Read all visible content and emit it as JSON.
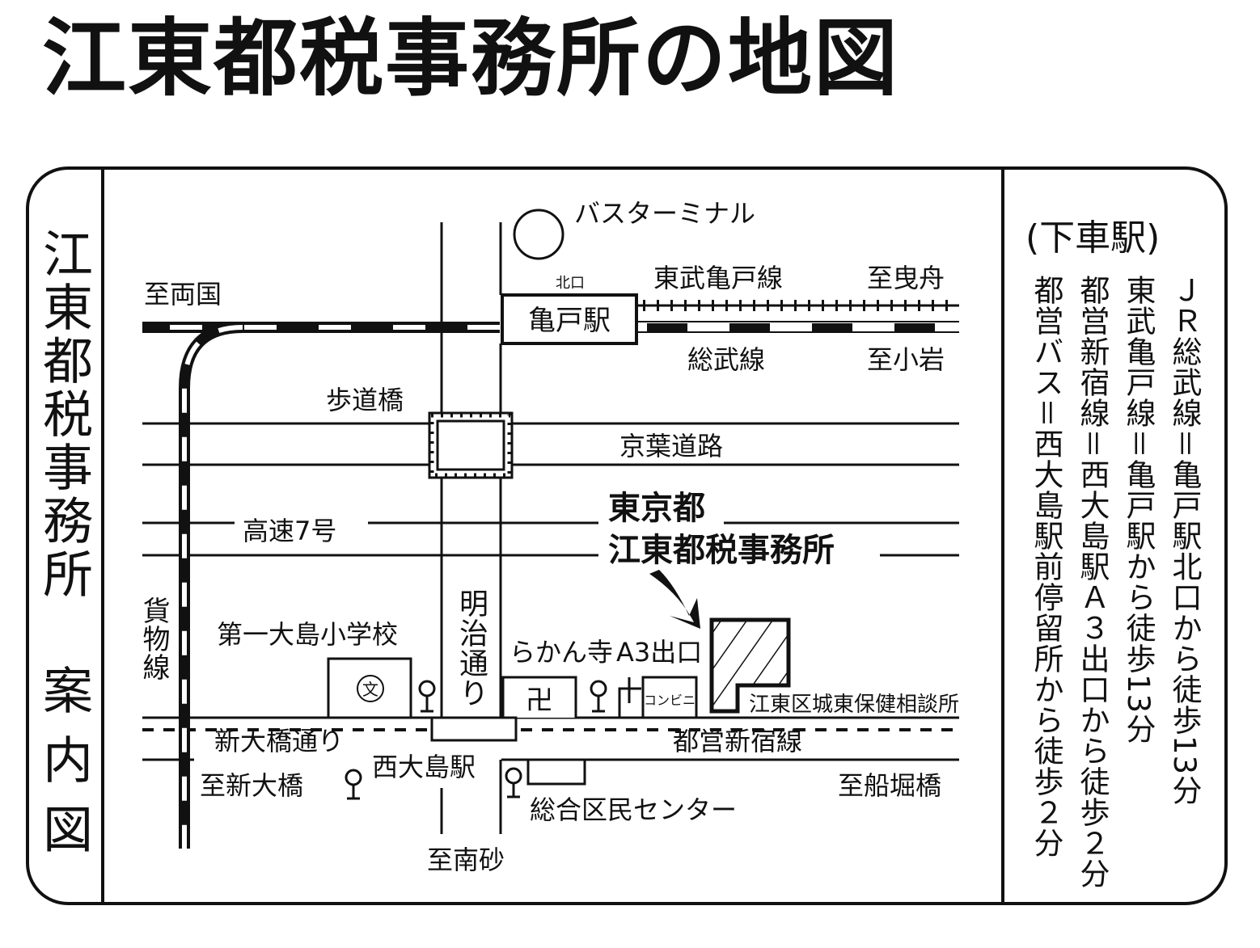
{
  "title": "江東都税事務所の地図",
  "side_label": {
    "name": "江東都税事務所",
    "caption": "案内図"
  },
  "access": {
    "heading": "(下車駅)",
    "routes": [
      "ＪＲ総武線＝亀戸駅北口から徒歩13分",
      "東武亀戸線＝亀戸駅から徒歩13分",
      "都営新宿線＝西大島駅Ａ３出口から徒歩２分",
      "都営バス＝西大島駅前停留所から徒歩２分"
    ]
  },
  "map": {
    "bus_terminal": "バスターミナル",
    "north_exit": "北口",
    "kameido_station": "亀戸駅",
    "tobu_line": "東武亀戸線",
    "to_hikifune": "至曳舟",
    "to_ryogoku": "至両国",
    "sobu_line": "総武線",
    "to_koiwa": "至小岩",
    "footbridge": "歩道橋",
    "keiyo_road": "京葉道路",
    "expressway": "高速7号",
    "office_line1": "東京都",
    "office_line2": "江東都税事務所",
    "freight_line": "貨物線",
    "school": "第一大島小学校",
    "school_symbol": "文",
    "meiji_dori": "明治通り",
    "temple": "らかん寺",
    "temple_symbol": "卍",
    "exit_a3": "A3出口",
    "konbini": "コンビニ",
    "health_center": "江東区城東保健相談所",
    "shin_ohashi_dori": "新大橋通り",
    "toei_line": "都営新宿線",
    "nishi_ojima_station": "西大島駅",
    "to_shin_ohashi": "至新大橋",
    "to_funabori": "至船堀橋",
    "community_center": "総合区民センター",
    "to_minamisuna": "至南砂"
  }
}
